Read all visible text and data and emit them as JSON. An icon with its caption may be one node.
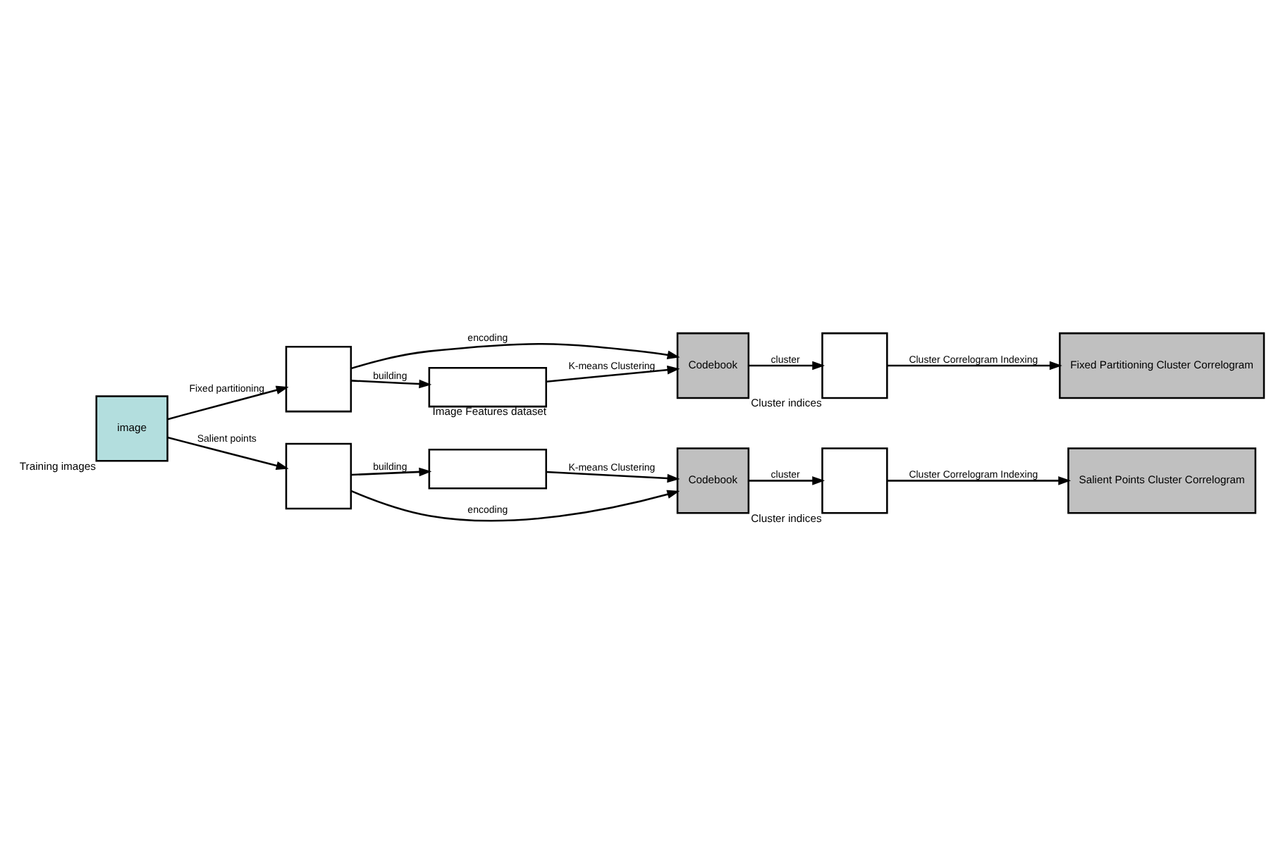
{
  "diagram": {
    "nodes": [
      {
        "text": [
          "image"
        ],
        "beside": [
          "Training images"
        ]
      },
      {
        "text": [],
        "shape": "box"
      },
      {
        "text": [
          "Codebook"
        ]
      },
      {
        "text": [],
        "shape": "box",
        "beside": [
          "Cluster indices"
        ]
      },
      {
        "text": [
          "Fixed Partitioning Cluster Correlogram"
        ]
      },
      {
        "text": [],
        "shape": "box",
        "beside": [
          "Image Features dataset"
        ]
      },
      {
        "text": [],
        "shape": "box"
      },
      {
        "text": [],
        "shape": "box"
      },
      {
        "text": [
          "Codebook"
        ]
      },
      {
        "text": [],
        "shape": "box",
        "beside": [
          "Cluster indices"
        ]
      },
      {
        "text": [
          "Salient Points Cluster Correlogram"
        ]
      }
    ],
    "edges": [
      {
        "from": 0,
        "to": 1,
        "arrow": "to",
        "label": "Fixed partitioning"
      },
      {
        "from": 1,
        "to": 2,
        "arrow": "to",
        "label": "encoding"
      },
      {
        "from": 2,
        "to": 3,
        "arrow": "to",
        "label": "cluster"
      },
      {
        "from": 3,
        "to": 4,
        "arrow": "to",
        "label": "Cluster Correlogram Indexing"
      },
      {
        "from": 1,
        "to": 5,
        "arrow": "to",
        "label": "building"
      },
      {
        "from": 5,
        "to": 2,
        "arrow": "to",
        "label": "K-means Clustering"
      },
      {
        "from": 0,
        "to": 7,
        "arrow": "to",
        "label": "Salient points"
      },
      {
        "from": 7,
        "to": 6,
        "arrow": "to",
        "label": "building"
      },
      {
        "from": 6,
        "to": 8,
        "arrow": "to",
        "label": "K-means Clustering"
      },
      {
        "from": 7,
        "to": 8,
        "arrow": "to",
        "label": "encoding"
      },
      {
        "from": 8,
        "to": 9,
        "arrow": "to",
        "label": "cluster"
      },
      {
        "from": 9,
        "to": 10,
        "arrow": "to",
        "label": "Cluster Correlogram Indexing"
      }
    ]
  }
}
